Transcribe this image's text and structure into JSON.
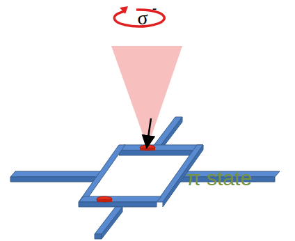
{
  "diagram": {
    "labels": [
      "σ",
      "-",
      "π state"
    ]
  }
}
